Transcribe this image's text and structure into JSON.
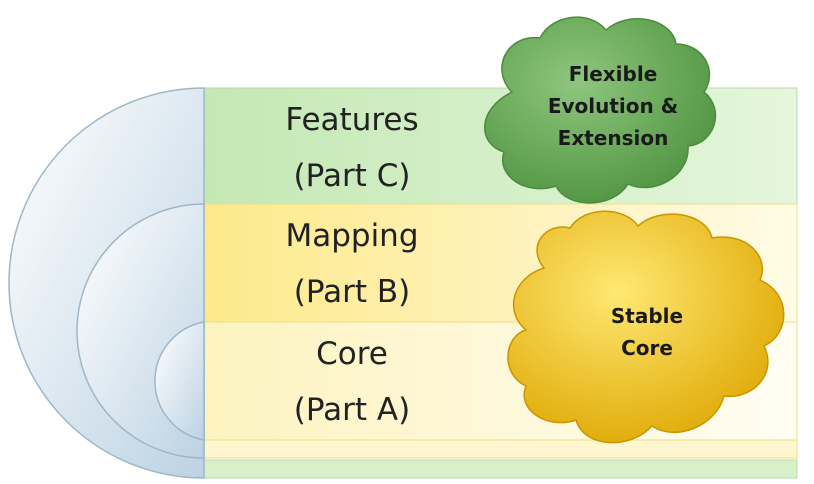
{
  "layers": [
    {
      "name_line1": "Features",
      "name_line2": "(Part C)"
    },
    {
      "name_line1": "Mapping",
      "name_line2": "(Part B)"
    },
    {
      "name_line1": "Core",
      "name_line2": "(Part A)"
    }
  ],
  "clouds": {
    "flexible": {
      "line1": "Flexible",
      "line2": "Evolution &",
      "line3": "Extension"
    },
    "stable": {
      "line1": "Stable",
      "line2": "Core"
    }
  },
  "colors": {
    "features_band": "#d3efc6",
    "mapping_band": "#fdf2b4",
    "core_band": "#fdf7d4",
    "arcs": "#c9dbe8",
    "green_cloud": "#6eaf5e",
    "yellow_cloud": "#f3cc2c"
  }
}
